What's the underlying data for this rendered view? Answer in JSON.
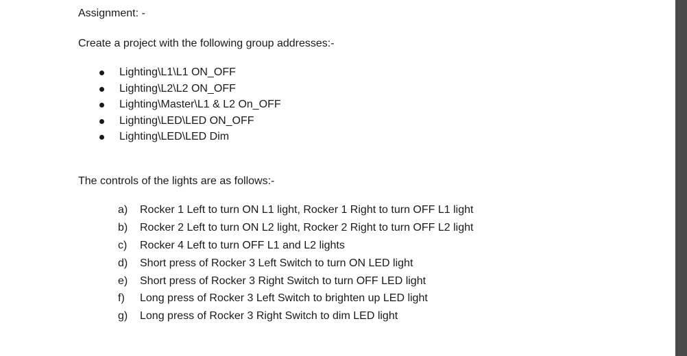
{
  "document": {
    "heading": "Assignment: -",
    "intro": "Create a project with the following group addresses:-",
    "group_addresses": [
      "Lighting\\L1\\L1 ON_OFF",
      "Lighting\\L2\\L2 ON_OFF",
      "Lighting\\Master\\L1 & L2 On_OFF",
      "Lighting\\LED\\LED ON_OFF",
      "Lighting\\LED\\LED Dim"
    ],
    "controls_intro": "The controls of the lights are as follows:-",
    "controls": [
      {
        "marker": "a)",
        "text": "Rocker 1 Left to turn ON L1 light, Rocker 1 Right to turn OFF L1 light"
      },
      {
        "marker": "b)",
        "text": "Rocker 2 Left to turn ON L2 light, Rocker 2 Right to turn OFF L2 light"
      },
      {
        "marker": "c)",
        "text": "Rocker 4 Left to turn OFF L1 and L2 lights"
      },
      {
        "marker": "d)",
        "text": "Short press of Rocker 3 Left Switch to turn ON LED light"
      },
      {
        "marker": "e)",
        "text": "Short press of Rocker 3 Right Switch to turn OFF LED light"
      },
      {
        "marker": "f)",
        "text": "Long press of Rocker 3 Left Switch to brighten up LED light"
      },
      {
        "marker": "g)",
        "text": "Long press of Rocker 3 Right Switch to dim LED light"
      }
    ]
  },
  "colors": {
    "text": "#1a1a1a",
    "background": "#ffffff",
    "scrollbar": "#4a4a4a"
  }
}
